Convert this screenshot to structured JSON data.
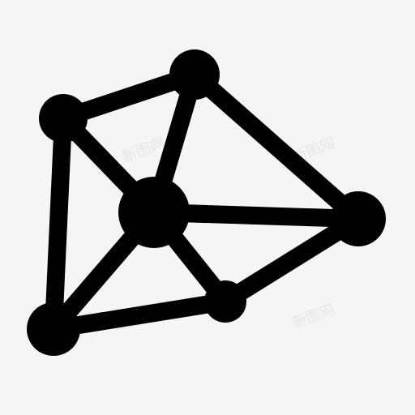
{
  "icon": {
    "name": "network-graph-icon",
    "fill_color": "#000000",
    "background_color": "#f5f5f5"
  },
  "watermarks": [
    "新图网",
    "新图网",
    "新图网",
    "新图网"
  ]
}
